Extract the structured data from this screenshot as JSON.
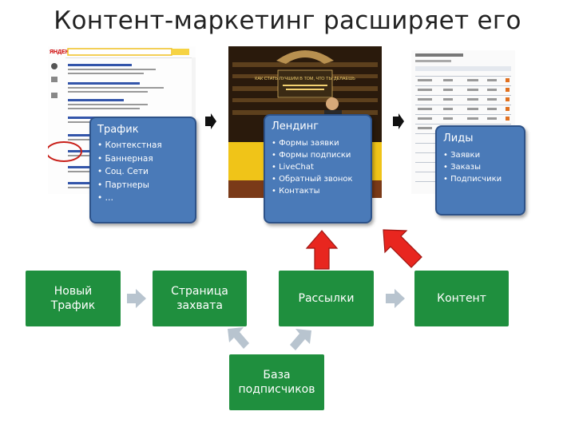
{
  "title": "Контент-маркетинг расширяет его",
  "traffic_box": {
    "heading": "Трафик",
    "items": [
      "Контекстная",
      "Баннерная",
      "Соц. Сети",
      "Партнеры",
      "…"
    ]
  },
  "landing_box": {
    "heading": "Лендинг",
    "items": [
      "Формы заявки",
      "Формы подписки",
      "LiveChat",
      "Обратный звонок",
      "Контакты"
    ]
  },
  "leads_box": {
    "heading": "Лиды",
    "items": [
      "Заявки",
      "Заказы",
      "Подписчики"
    ]
  },
  "flow": {
    "new_traffic": "Новый Трафик",
    "capture_page": "Страница захвата",
    "mailings": "Рассылки",
    "content": "Контент",
    "subscriber_base": "База подписчиков"
  },
  "screenshots": {
    "search_logo": "ЯНДЕКС",
    "landing_banner": "КАК СТАТЬ ЛУЧШИМ В ТОМ, ЧТО ТЫ ДЕЛАЕШЬ"
  },
  "colors": {
    "blue_box": "#4a7ab8",
    "green_box": "#1f8f3e",
    "red_arrow": "#e8261f",
    "gray_arrow": "#b8c4cf"
  }
}
